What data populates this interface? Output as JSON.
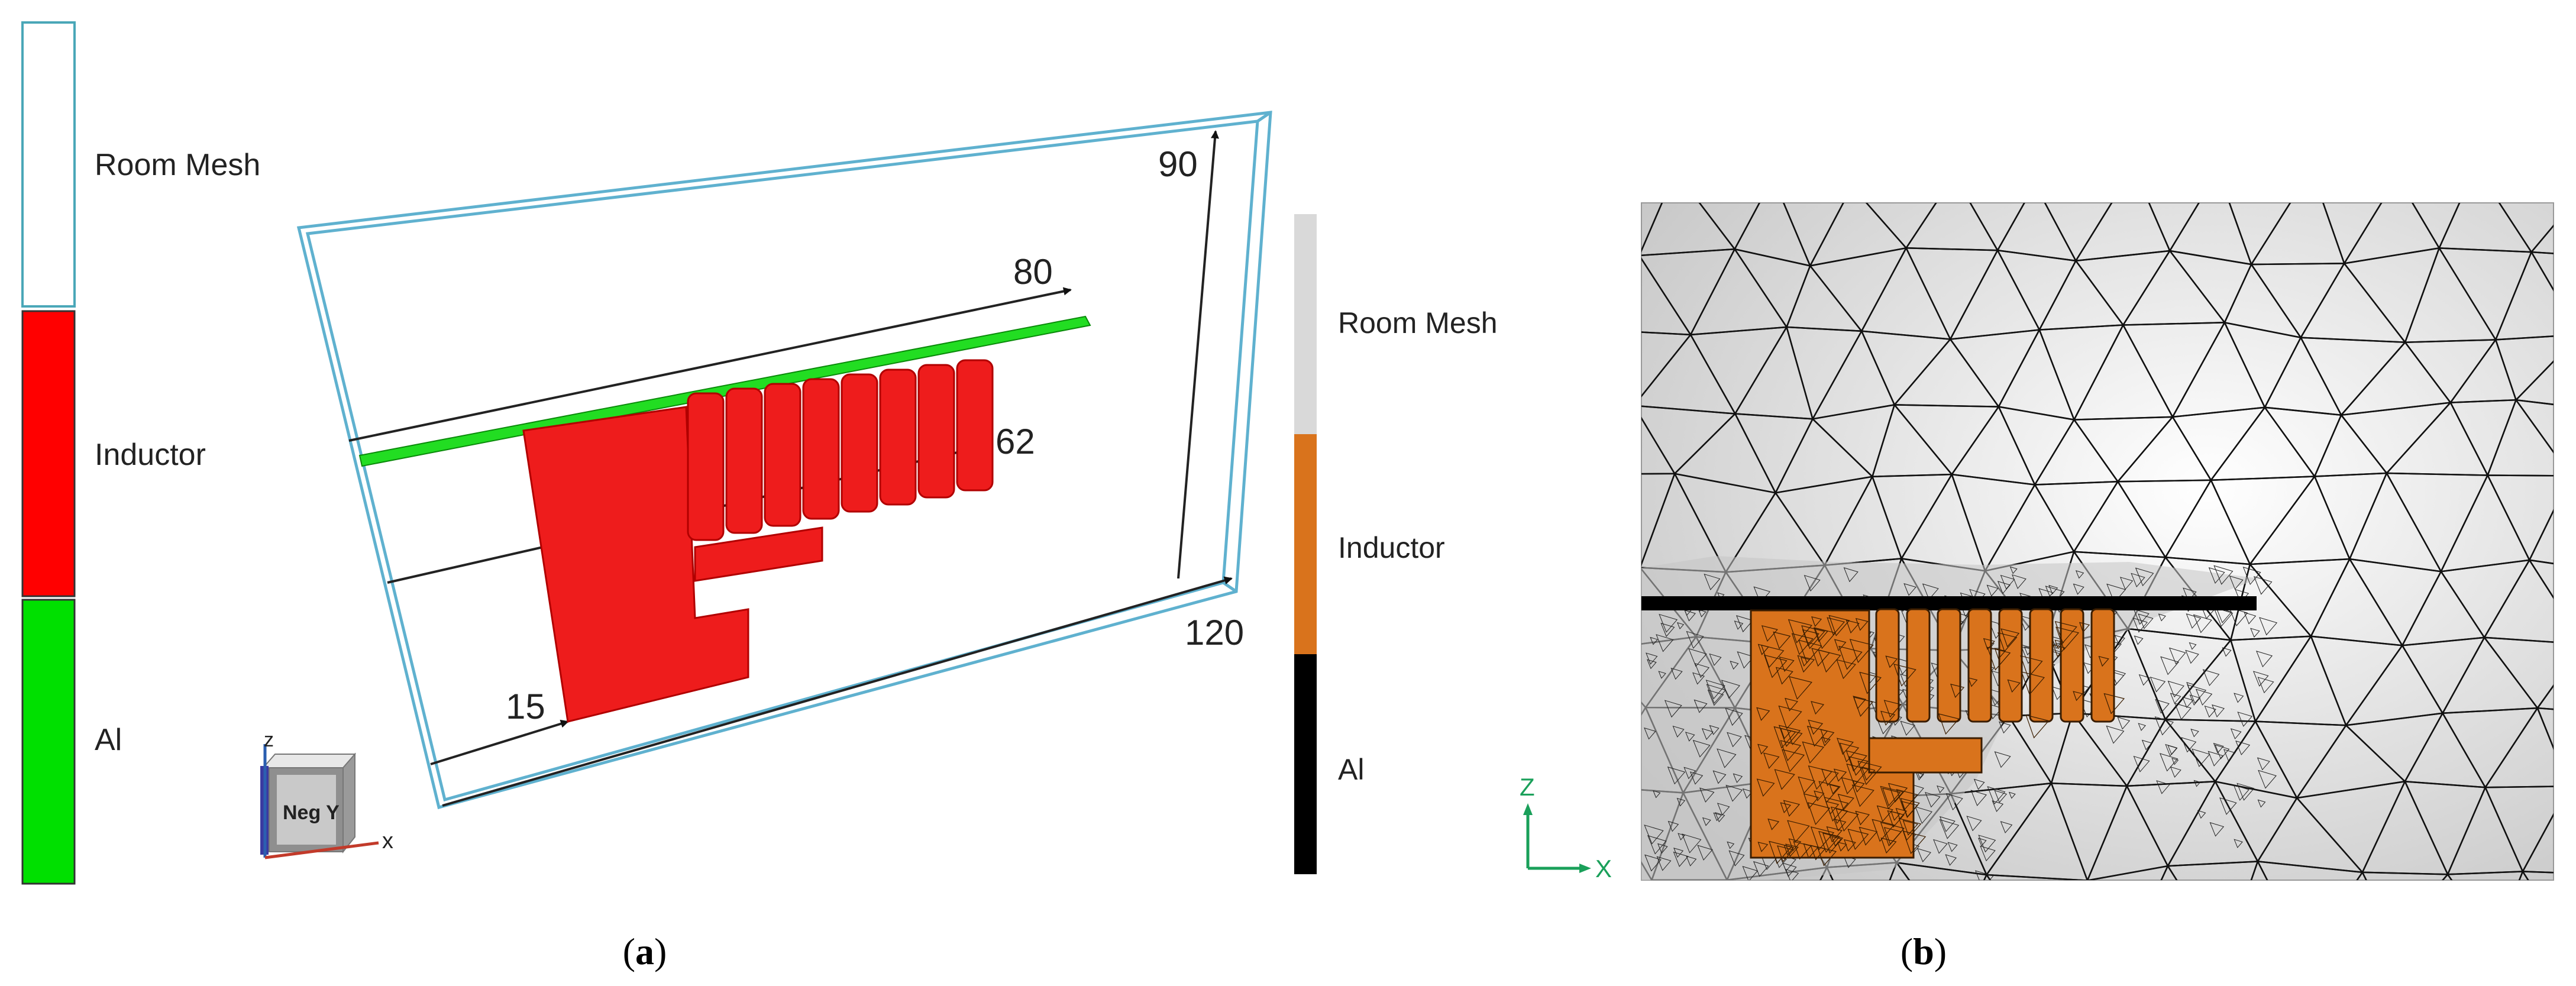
{
  "panel_a": {
    "legend": [
      {
        "label": "Room Mesh",
        "color": "#ffffff",
        "border": "#4aa7b8"
      },
      {
        "label": "Inductor",
        "color": "#ff0000",
        "border": "#333333"
      },
      {
        "label": "Al",
        "color": "#00e000",
        "border": "#333333"
      }
    ],
    "dimensions": {
      "d80": "80",
      "d62": "62",
      "d15": "15",
      "d90": "90",
      "d120": "120"
    },
    "cube_face_label": "Neg Y",
    "axis_z": "z",
    "axis_x": "x",
    "caption_open": "(",
    "caption_letter": "a",
    "caption_close": ")"
  },
  "panel_b": {
    "legend": [
      {
        "label": "Room Mesh",
        "color": "#d9d9d9"
      },
      {
        "label": "Inductor",
        "color": "#d9731c"
      },
      {
        "label": "Al",
        "color": "#000000"
      }
    ],
    "axis_z": "Z",
    "axis_x": "X",
    "caption_open": "(",
    "caption_letter": "b",
    "caption_close": ")"
  }
}
